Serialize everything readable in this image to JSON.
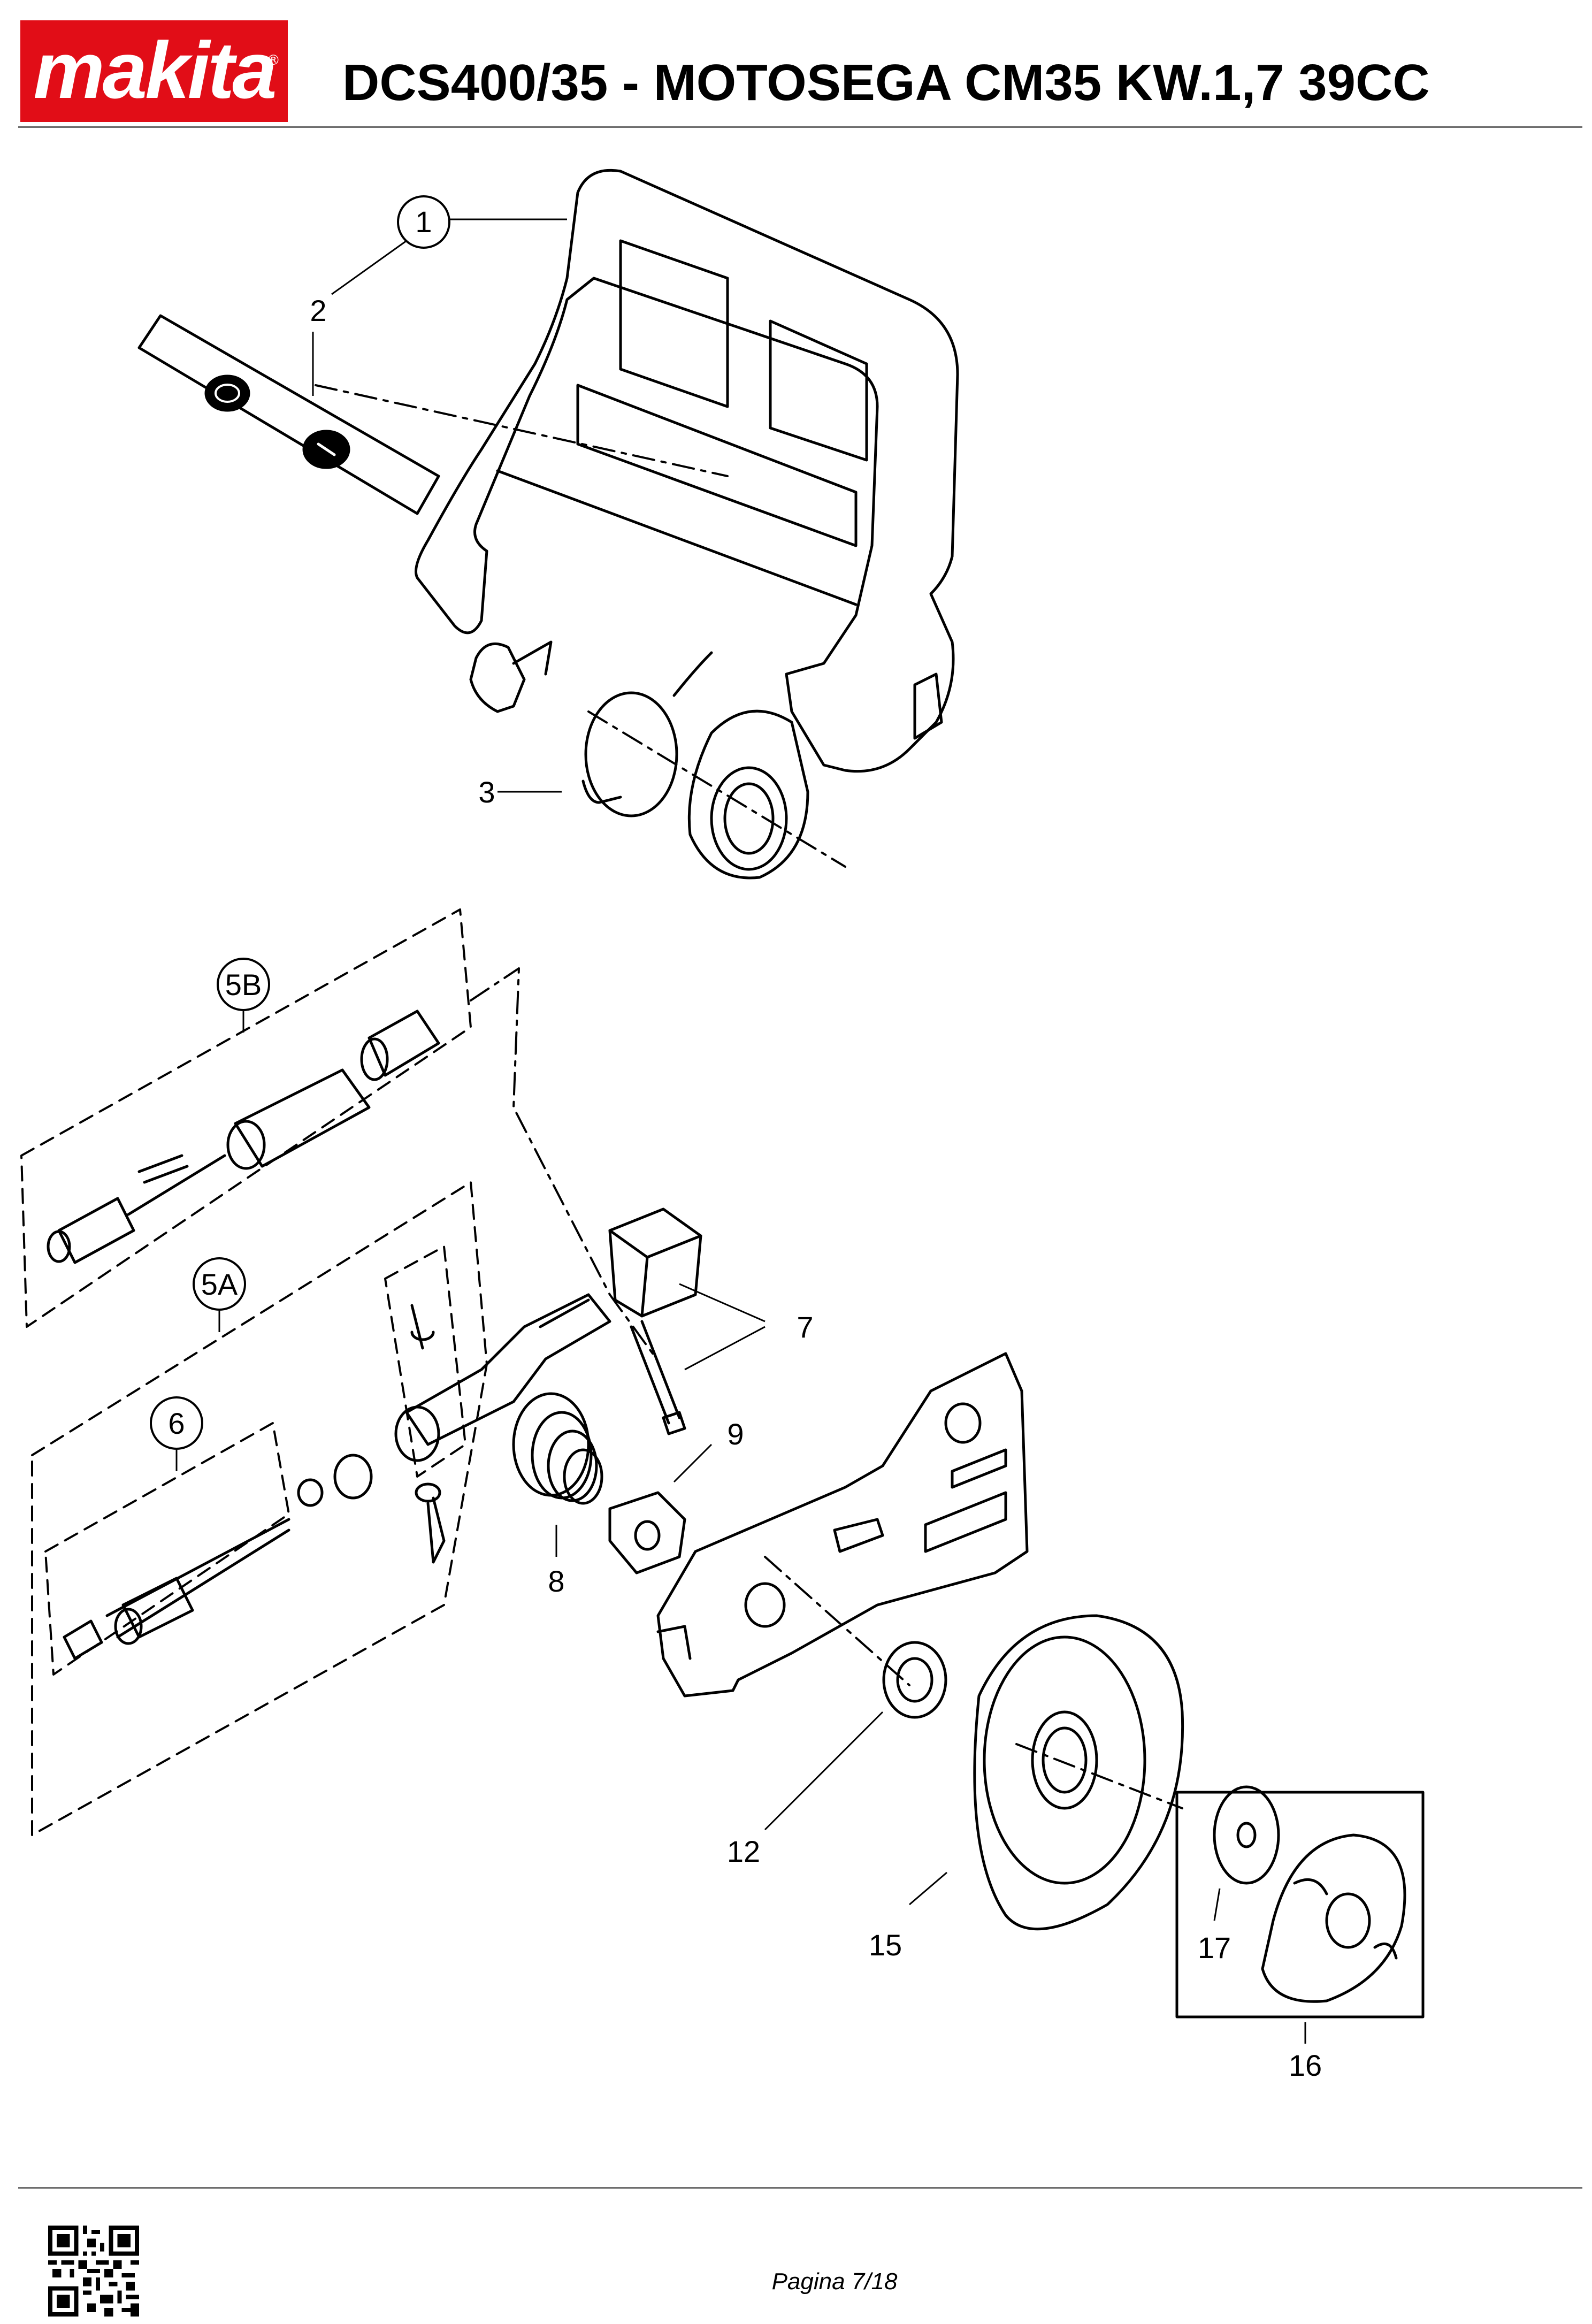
{
  "header": {
    "logo_text": "makita",
    "logo_reg": "®",
    "title": "DCS400/35 - MOTOSEGA CM35 KW.1,7 39CC"
  },
  "diagram": {
    "callouts": {
      "c1": "1",
      "c2": "2",
      "c3": "3",
      "c5a": "5A",
      "c5b": "5B",
      "c6": "6",
      "c7": "7",
      "c8": "8",
      "c9": "9",
      "c12": "12",
      "c15": "15",
      "c16": "16",
      "c17": "17"
    }
  },
  "footer": {
    "page": "Pagina 7/18"
  }
}
